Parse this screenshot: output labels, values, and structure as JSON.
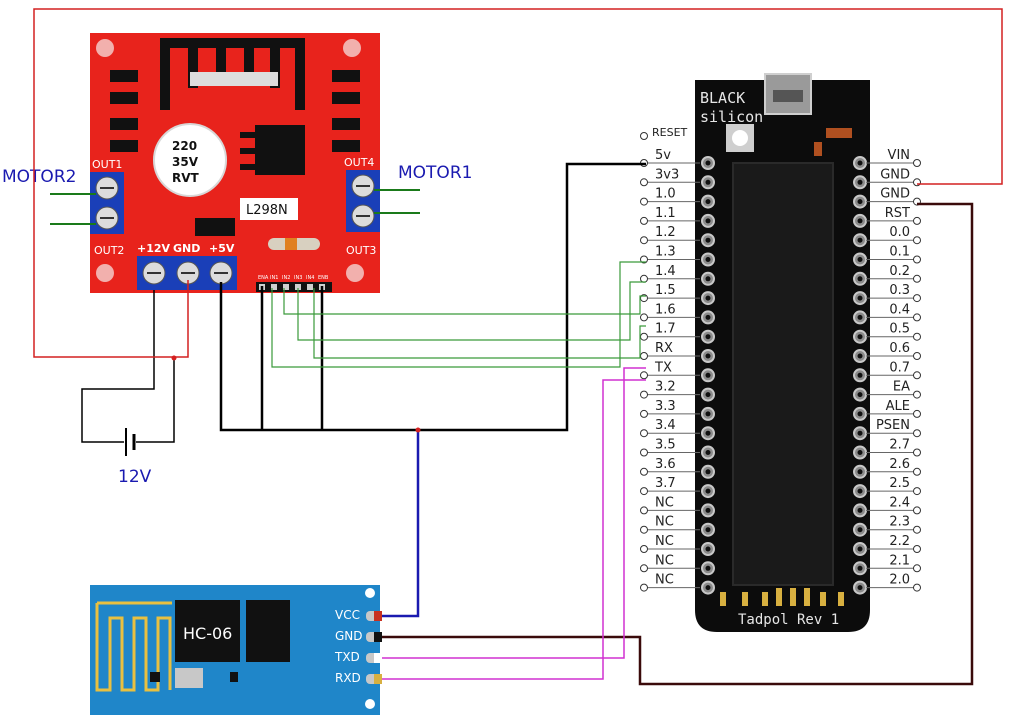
{
  "colors": {
    "wire_red": "#d42020",
    "wire_black": "#000000",
    "wire_green": "#3a9a3a",
    "wire_blue": "#1a1ab0",
    "wire_magenta": "#d030d0",
    "wire_maroon": "#3a0a0a",
    "l298n_board": "#e8231c",
    "mcu_board": "#0c0c0c",
    "hc06_board": "#1f86c9",
    "terminal_blue": "#1a3fb8"
  },
  "l298n": {
    "chip_label": "L298N",
    "cap_lines": [
      "220",
      "35V",
      "RVT"
    ],
    "out1": "OUT1",
    "out2": "OUT2",
    "out3": "OUT3",
    "out4": "OUT4",
    "power_labels": [
      "+12V",
      "GND",
      "+5V"
    ],
    "header_pins": [
      "ENA",
      "IN1",
      "IN2",
      "IN3",
      "IN4",
      "ENB"
    ]
  },
  "labels": {
    "motor1": "MOTOR1",
    "motor2": "MOTOR2",
    "battery": "12V"
  },
  "mcu": {
    "brand_line1": "BLACK",
    "brand_line2": "silicon",
    "footer": "Tadpol Rev 1",
    "reset_label": "RESET",
    "left_pins": [
      "5v",
      "3v3",
      "1.0",
      "1.1",
      "1.2",
      "1.3",
      "1.4",
      "1.5",
      "1.6",
      "1.7",
      "RX",
      "TX",
      "3.2",
      "3.3",
      "3.4",
      "3.5",
      "3.6",
      "3.7",
      "NC",
      "NC",
      "NC",
      "NC",
      "NC"
    ],
    "right_pins": [
      "VIN",
      "GND",
      "GND",
      "RST",
      "0.0",
      "0.1",
      "0.2",
      "0.3",
      "0.4",
      "0.5",
      "0.6",
      "0.7",
      "EA",
      "ALE",
      "PSEN",
      "2.7",
      "2.6",
      "2.5",
      "2.4",
      "2.3",
      "2.2",
      "2.1",
      "2.0"
    ]
  },
  "hc06": {
    "name": "HC-06",
    "pins": [
      "VCC",
      "GND",
      "TXD",
      "RXD"
    ]
  }
}
